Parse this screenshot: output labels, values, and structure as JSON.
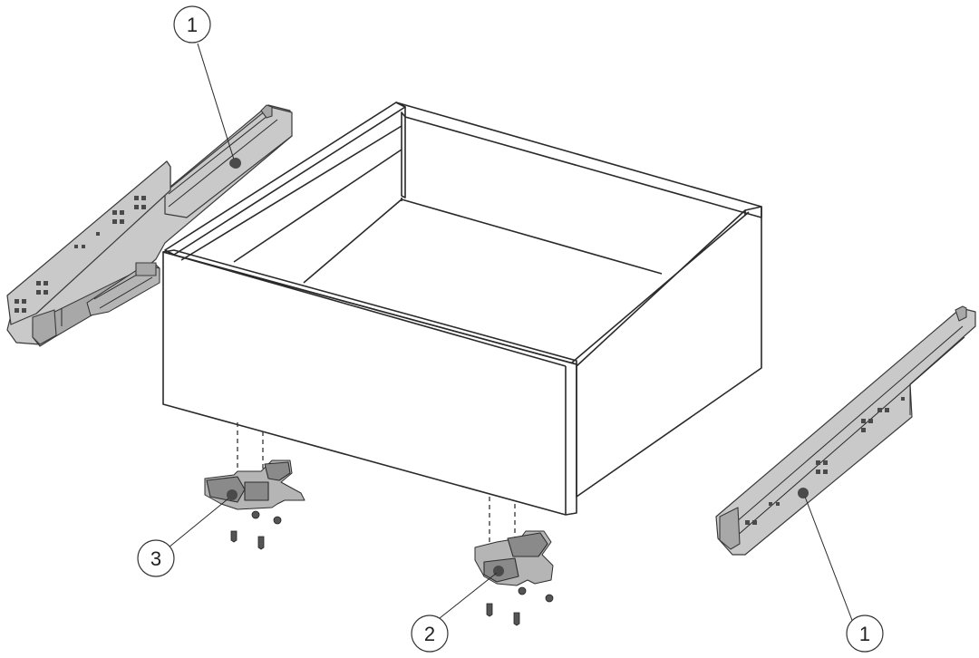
{
  "callouts": [
    {
      "number": "1",
      "part": "runner-top-left"
    },
    {
      "number": "1",
      "part": "runner-bottom-right"
    },
    {
      "number": "2",
      "part": "locking-device-right"
    },
    {
      "number": "3",
      "part": "locking-device-left"
    }
  ]
}
